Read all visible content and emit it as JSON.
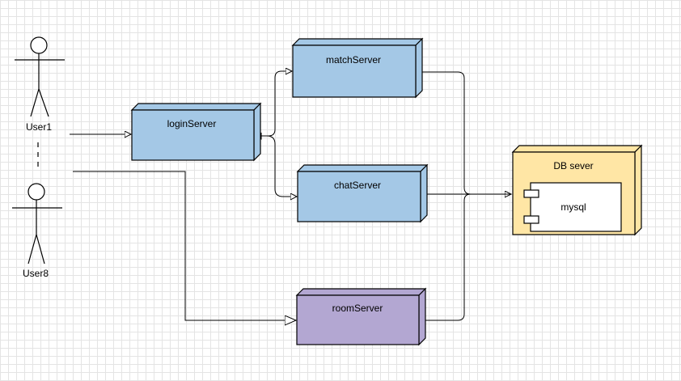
{
  "actors": {
    "user1": {
      "label": "User1"
    },
    "user8": {
      "label": "User8"
    }
  },
  "nodes": {
    "login": {
      "label": "loginServer",
      "fill": "#a4c8e6"
    },
    "match": {
      "label": "matchServer",
      "fill": "#a4c8e6"
    },
    "chat": {
      "label": "chatServer",
      "fill": "#a4c8e6"
    },
    "room": {
      "label": "roomServer",
      "fill": "#b3a7d2"
    },
    "db": {
      "label": "DB sever",
      "fill": "#ffe6a5"
    }
  },
  "components": {
    "mysql": {
      "label": "mysql"
    }
  },
  "colors": {
    "line": "#000000",
    "grid": "#e4e4e4",
    "background": "#ffffff"
  }
}
